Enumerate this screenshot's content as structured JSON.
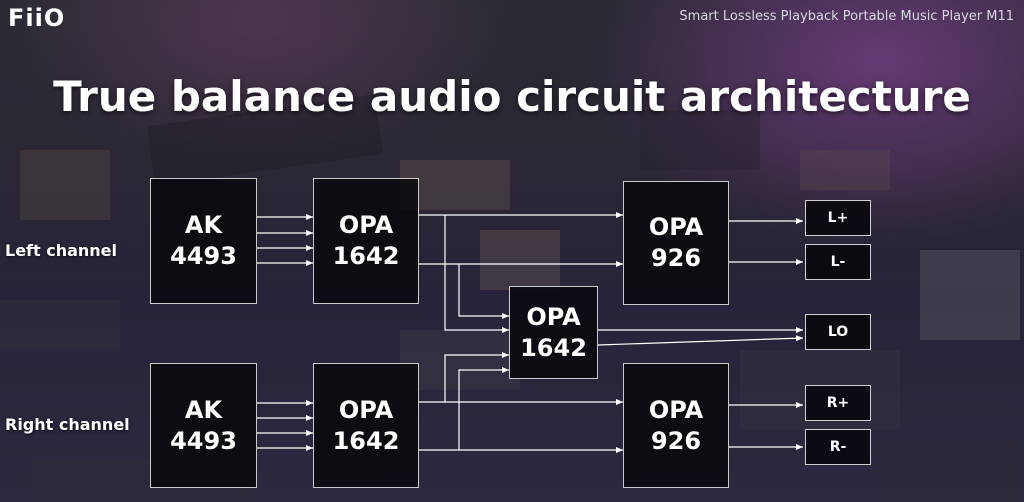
{
  "brand": {
    "logo": "FiiO"
  },
  "header": {
    "subtitle": "Smart Lossless Playback Portable Music Player M11"
  },
  "title": "True balance audio circuit architecture",
  "channels": {
    "left": "Left channel",
    "right": "Right channel"
  },
  "blocks": {
    "ak_left": {
      "line1": "AK",
      "line2": "4493"
    },
    "opa1642_left": {
      "line1": "OPA",
      "line2": "1642"
    },
    "opa926_left": {
      "line1": "OPA",
      "line2": "926"
    },
    "opa1642_mid": {
      "line1": "OPA",
      "line2": "1642"
    },
    "ak_right": {
      "line1": "AK",
      "line2": "4493"
    },
    "opa1642_right": {
      "line1": "OPA",
      "line2": "1642"
    },
    "opa926_right": {
      "line1": "OPA",
      "line2": "926"
    }
  },
  "outputs": {
    "l_plus": "L+",
    "l_minus": "L-",
    "lo": "LO",
    "r_plus": "R+",
    "r_minus": "R-"
  },
  "colors": {
    "wire": "#ffffff",
    "block_border": "#c9c9c9",
    "accent": "#9a4fb0"
  }
}
